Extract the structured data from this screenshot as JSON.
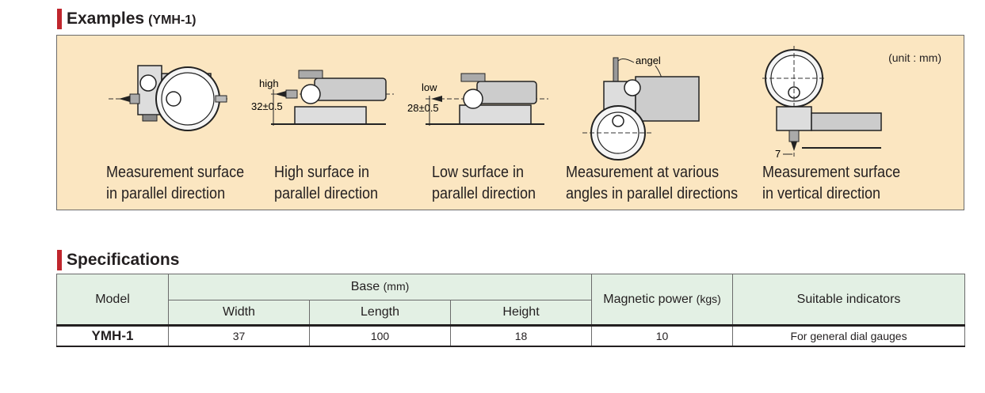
{
  "examples": {
    "title": "Examples",
    "model": "(YMH-1)",
    "unit": "(unit : mm)",
    "labels": {
      "high": "high",
      "high_value": "32±0.5",
      "low": "low",
      "low_value": "28±0.5",
      "angel": "angel",
      "vertical_value": "7"
    },
    "captions": [
      {
        "line1": "Measurement surface",
        "line2": "in parallel direction"
      },
      {
        "line1": "High surface in",
        "line2": "parallel direction"
      },
      {
        "line1": "Low surface in",
        "line2": "parallel direction"
      },
      {
        "line1": "Measurement at various",
        "line2": "angles in parallel directions"
      },
      {
        "line1": "Measurement surface",
        "line2": "in vertical direction"
      }
    ]
  },
  "specifications": {
    "title": "Specifications",
    "headers": {
      "model": "Model",
      "base": "Base",
      "base_unit": "(mm)",
      "width": "Width",
      "length": "Length",
      "height": "Height",
      "magnetic": "Magnetic power",
      "magnetic_unit": "(kgs)",
      "indicators": "Suitable indicators"
    },
    "row": {
      "model": "YMH-1",
      "width": "37",
      "length": "100",
      "height": "18",
      "magnetic": "10",
      "indicators": "For general dial gauges"
    }
  }
}
